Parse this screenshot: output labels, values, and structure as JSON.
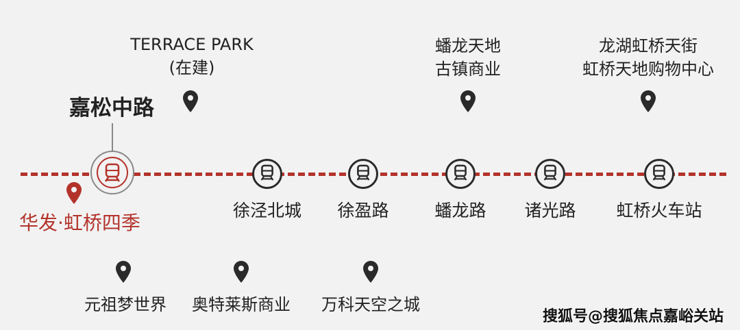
{
  "current_station": "嘉松中路",
  "project": "华发·虹桥四季",
  "stations": [
    "徐泾北城",
    "徐盈路",
    "蟠龙路",
    "诸光路",
    "虹桥火车站"
  ],
  "poi_top": [
    [
      "TERRACE PARK",
      "(在建)"
    ],
    [
      "蟠龙天地",
      "古镇商业"
    ],
    [
      "龙湖虹桥天街",
      "虹桥天地购物中心"
    ]
  ],
  "poi_bottom": [
    "元祖梦世界",
    "奥特莱斯商业",
    "万科天空之城"
  ],
  "watermark": "搜狐号@搜狐焦点嘉峪关站",
  "colors": {
    "line": "#b3332b",
    "text": "#222222"
  }
}
